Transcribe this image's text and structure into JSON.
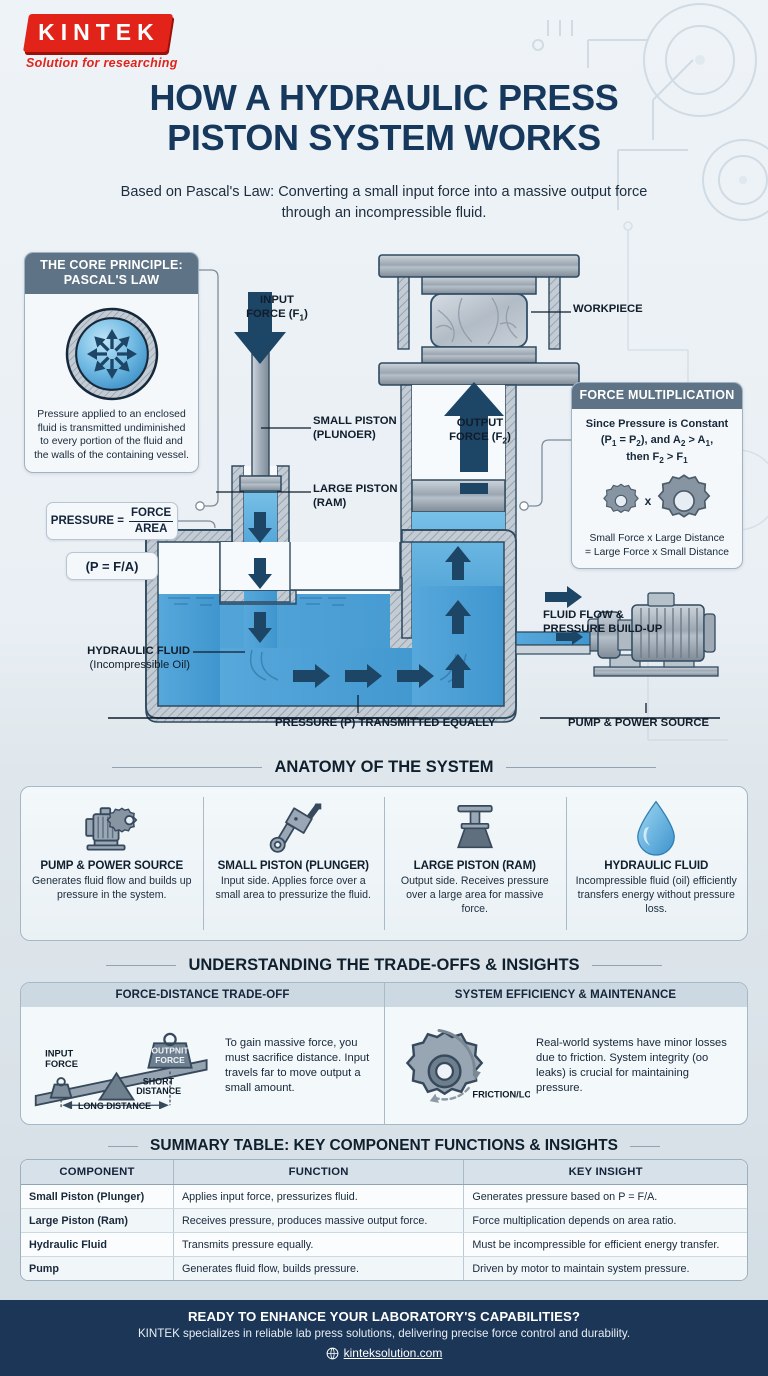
{
  "brand": {
    "logo_text": "KINTEK",
    "tagline": "Solution for researching"
  },
  "header": {
    "title_line1": "HOW A HYDRAULIC PRESS",
    "title_line2": "PISTON SYSTEM WORKS",
    "subtitle": "Based on Pascal's Law: Converting a small input force into a massive output force through an incompressible fluid."
  },
  "core_principle": {
    "heading": "THE CORE PRINCIPLE: PASCAL'S LAW",
    "description": "Pressure applied to an enclosed fluid is transmitted undiminished to every portion of the fluid and the walls of the containing vessel."
  },
  "formulas": {
    "pressure_word": "PRESSURE =",
    "numerator": "FORCE",
    "denominator": "AREA",
    "short": "(P = F/A)"
  },
  "force_multiplication": {
    "heading": "FORCE MULTIPLICATION",
    "line1": "Since Pressure is Constant",
    "line2_pre": "(P",
    "line2_sub1": "1",
    "line2_mid": " = P",
    "line2_sub2": "2",
    "line2_post": "), and A",
    "line2_sub3": "2",
    "line2_gt": " > A",
    "line2_sub4": "1",
    "line2_end": ",",
    "line3_pre": "then F",
    "line3_sub1": "2",
    "line3_mid": " > F",
    "line3_sub2": "1",
    "gear_operator": "x",
    "bottom1": "Small Force x Large Distance",
    "bottom2": "= Large Force x Small Distance"
  },
  "diagram_labels": {
    "input_force_l1": "INPUT",
    "input_force_l2": "FORCE (F",
    "input_force_sub": "1",
    "input_force_l2_end": ")",
    "small_piston_l1": "SMALL PISTON",
    "small_piston_l2": "(PLUNOER)",
    "large_piston_l1": "LARGE PISTON",
    "large_piston_l2": "(RAM)",
    "output_force_l1": "OUTPUT",
    "output_force_l2": "FORCE (F",
    "output_force_sub": "2",
    "output_force_l2_end": ")",
    "workpiece": "WORKPIECE",
    "hydraulic_fluid_l1": "HYDRAULIC FLUID",
    "hydraulic_fluid_l2": "(Incompressible Oil)",
    "pressure_transmitted": "PRESSURE (P) TRANSMITTED EQUALLY",
    "fluid_flow_l1": "FLUID FLOW &",
    "fluid_flow_l2": "PRESSURE BUILD-UP",
    "pump_power": "PUMP & POWER SOURCE"
  },
  "sections": {
    "anatomy": "ANATOMY OF THE SYSTEM",
    "tradeoffs": "UNDERSTANDING THE TRADE-OFFS & INSIGHTS",
    "summary": "SUMMARY TABLE: KEY COMPONENT FUNCTIONS & INSIGHTS"
  },
  "anatomy": [
    {
      "icon": "pump-motor-gear-icon",
      "title": "PUMP & POWER SOURCE",
      "desc": "Generates fluid flow and builds up pressure in the system."
    },
    {
      "icon": "piston-connecting-rod-icon",
      "title": "SMALL PISTON (PLUNGER)",
      "desc": "Input side. Applies force over a small area to pressurize the fluid."
    },
    {
      "icon": "ram-press-icon",
      "title": "LARGE PISTON (RAM)",
      "desc": "Output side. Receives pressure over a large area for massive force."
    },
    {
      "icon": "water-droplet-icon",
      "title": "HYDRAULIC FLUID",
      "desc": "Incompressible fluid (oil) efficiently transfers energy without pressure loss."
    }
  ],
  "tradeoffs": {
    "left": {
      "heading": "FORCE-DISTANCE TRADE-OFF",
      "text": "To gain massive force, you must sacrifice distance. Input travels far to move output a small amount.",
      "lever_labels": {
        "input_l1": "INPUT",
        "input_l2": "FORCE",
        "weight_l1": "OUTPNIT",
        "weight_l2": "FORCE",
        "short_l1": "SHORT",
        "short_l2": "DISTANCE",
        "long": "LONG DISTANCE"
      }
    },
    "right": {
      "heading": "SYSTEM EFFICIENCY & MAINTENANCE",
      "text": "Real-world systems have minor losses due to friction. System integrity (oo leaks) is crucial for maintaining pressure.",
      "gear_label": "FRICTION/LOSS"
    }
  },
  "summary_table": {
    "columns": [
      "COMPONENT",
      "FUNCTION",
      "KEY INSIGHT"
    ],
    "rows": [
      [
        "Small Piston (Plunger)",
        "Applies input force, pressurizes fluid.",
        "Generates pressure based on P = F/A."
      ],
      [
        "Large Piston (Ram)",
        "Receives pressure, produces massive output force.",
        "Force multiplication depends on area ratio."
      ],
      [
        "Hydraulic Fluid",
        "Transmits pressure equally.",
        "Must be incompressible for efficient energy transfer."
      ],
      [
        "Pump",
        "Generates fluid flow, builds pressure.",
        "Driven by motor to maintain system pressure."
      ]
    ]
  },
  "footer": {
    "cta": "READY TO ENHANCE YOUR LABORATORY'S CAPABILITIES?",
    "blurb": "KINTEK specializes in reliable lab press solutions, delivering precise force control and durability.",
    "globe_icon": "globe-icon",
    "url": "kinteksolution.com"
  },
  "colors": {
    "brand_red": "#e2231a",
    "title_navy": "#16385c",
    "footer_navy": "#1b3656",
    "fluid_blue": "#3f9bd4",
    "arrow_navy": "#1d4566",
    "metal_gray": "#8e9aa6",
    "card_head": "#5e7385"
  }
}
